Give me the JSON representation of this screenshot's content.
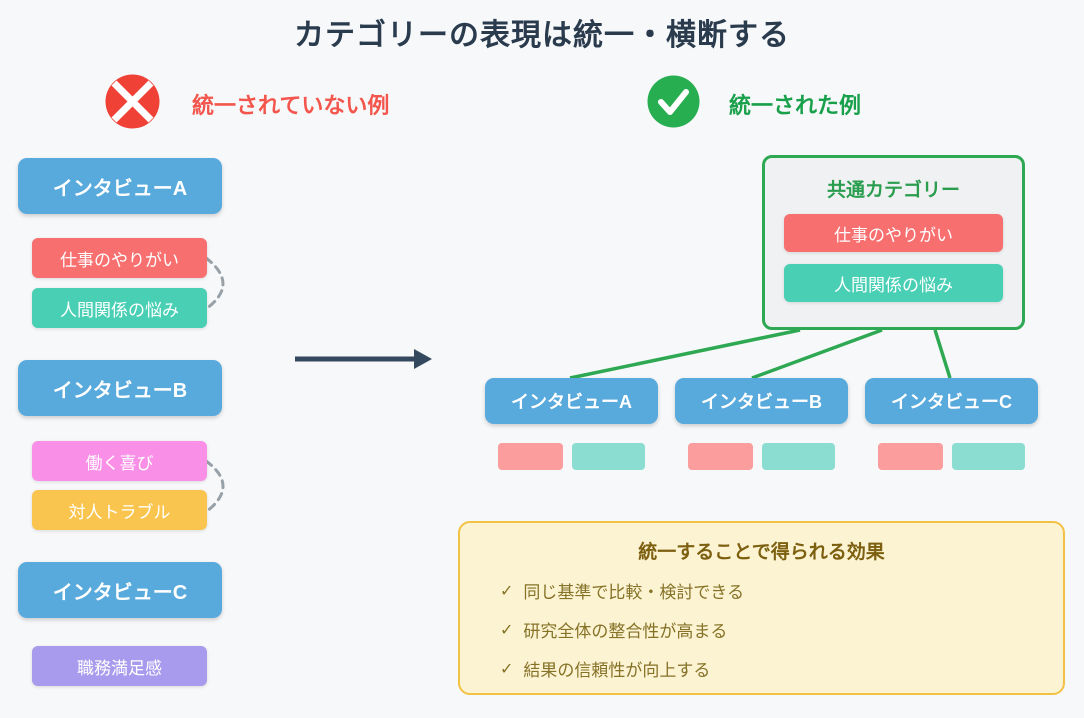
{
  "page": {
    "title": "カテゴリーの表現は統一・横断する",
    "background_color": "#F7F8FA",
    "title_color": "#2A3B4D",
    "arrow_color": "#34495E"
  },
  "sections": {
    "bad": {
      "header": "統一されていない例",
      "icon": "x-circle-icon",
      "icon_color": "#EF4136",
      "header_color": "#F3564D",
      "interview_color": "#58A9DC",
      "groups": [
        {
          "interview": "インタビューA",
          "categories": [
            {
              "label": "仕事のやりがい",
              "color": "#F76F6F"
            },
            {
              "label": "人間関係の悩み",
              "color": "#48CFB4"
            }
          ]
        },
        {
          "interview": "インタビューB",
          "categories": [
            {
              "label": "働く喜び",
              "color": "#FA8FE7"
            },
            {
              "label": "対人トラブル",
              "color": "#F9C54F"
            }
          ]
        },
        {
          "interview": "インタビューC",
          "categories": [
            {
              "label": "職務満足感",
              "color": "#A89BED"
            }
          ]
        }
      ],
      "connector_style": "dashed-gray-arc",
      "connector_color": "#98A1A8"
    },
    "good": {
      "header": "統一された例",
      "icon": "check-circle-icon",
      "icon_color": "#27AE50",
      "header_color": "#18A04B",
      "line_color": "#2EA852",
      "common_box": {
        "title": "共通カテゴリー",
        "background": "#EFF1F2",
        "border_color": "#2EA852",
        "categories": [
          {
            "label": "仕事のやりがい",
            "color": "#F76F6F"
          },
          {
            "label": "人間関係の悩み",
            "color": "#48CFB4"
          }
        ]
      },
      "interviews": [
        {
          "label": "インタビューA"
        },
        {
          "label": "インタビューB"
        },
        {
          "label": "インタビューC"
        }
      ],
      "tag_colors": {
        "red": "#FB9D9D",
        "teal": "#8BDDD2"
      }
    }
  },
  "effects_box": {
    "title": "統一することで得られる効果",
    "check_glyph": "✓",
    "items": [
      "同じ基準で比較・検討できる",
      "研究全体の整合性が高まる",
      "結果の信頼性が向上する"
    ],
    "background": "#FCF3D2",
    "border_color": "#F2C245",
    "title_color": "#7C5F0F",
    "text_color": "#857227"
  }
}
